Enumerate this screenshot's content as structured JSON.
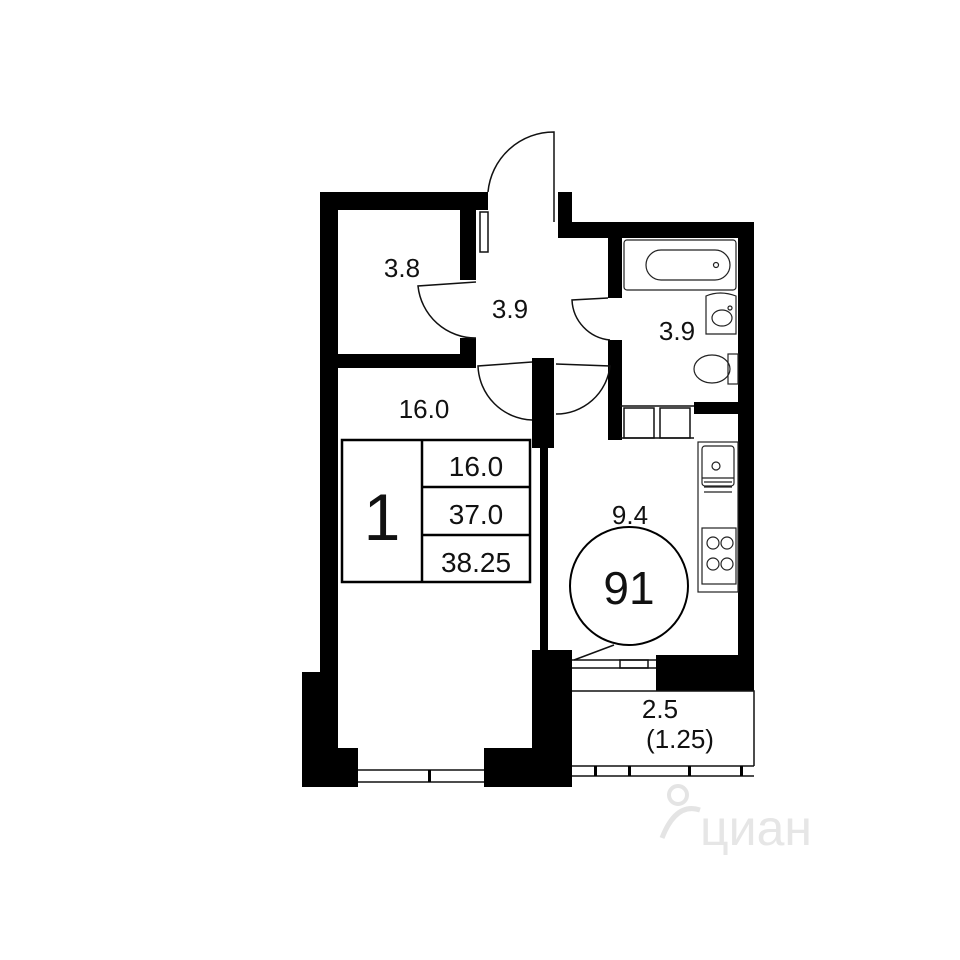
{
  "rooms": {
    "storage": "3.8",
    "hall": "3.9",
    "bathroom": "3.9",
    "living_room": "16.0",
    "kitchen": "9.4",
    "balcony_area": "2.5",
    "balcony_reduced": "(1.25)"
  },
  "summary": {
    "rooms_count": "1",
    "living_area": "16.0",
    "total_area": "37.0",
    "total_with_balcony": "38.25"
  },
  "apartment_number": "91",
  "watermark": "циан",
  "colors": {
    "wall": "#000000",
    "background": "#ffffff",
    "watermark": "#e4e4e4"
  }
}
